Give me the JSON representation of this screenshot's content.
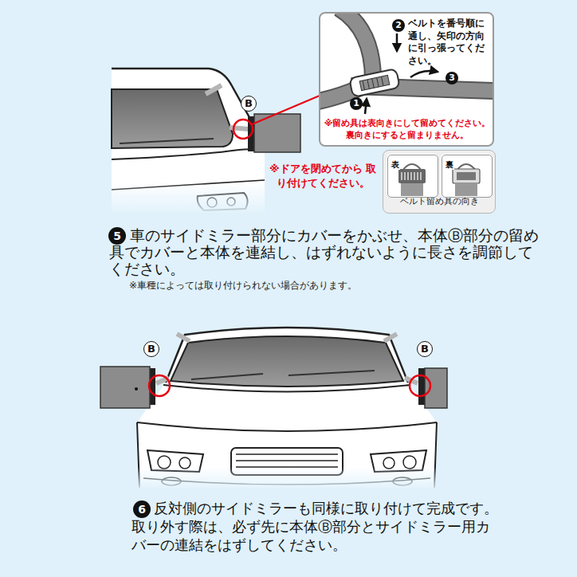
{
  "diagram": {
    "nodes": [
      {
        "text": [
          "ベルトを番号順に通し、矢印の方向に引っ張ってください。",
          "※留め具は表向きにして留めてください。 裏向きにすると留まりません。"
        ]
      },
      {
        "text": [
          "1"
        ],
        "in": 0
      },
      {
        "text": [
          "2"
        ],
        "in": 0
      },
      {
        "text": [
          "3"
        ],
        "in": 0
      },
      {
        "text": [
          "B"
        ]
      },
      {
        "text": [
          "ベルト留め具の向き"
        ]
      },
      {
        "text": [
          "表"
        ],
        "in": 5
      },
      {
        "text": [
          "裏"
        ],
        "in": 5
      },
      {
        "text": [
          "5"
        ]
      },
      {
        "text": [
          "B"
        ]
      },
      {
        "text": [
          "B"
        ]
      },
      {
        "text": [
          "6"
        ]
      }
    ],
    "labels": [
      "※ドアを閉めてから 取り付けてください。",
      "車のサイドミラー部分にカバーをかぶせ、本体Ⓑ部分の留め具でカバーと本体を連結し、はずれないように長さを調節してください。",
      "※車種によっては取り付けられない場合があります。",
      "反対側のサイドミラーも同様に取り付けて完成です。 取り外す際は、必ず先に本体Ⓑ部分とサイドミラー用カバーの連結をはずしてください。"
    ]
  }
}
